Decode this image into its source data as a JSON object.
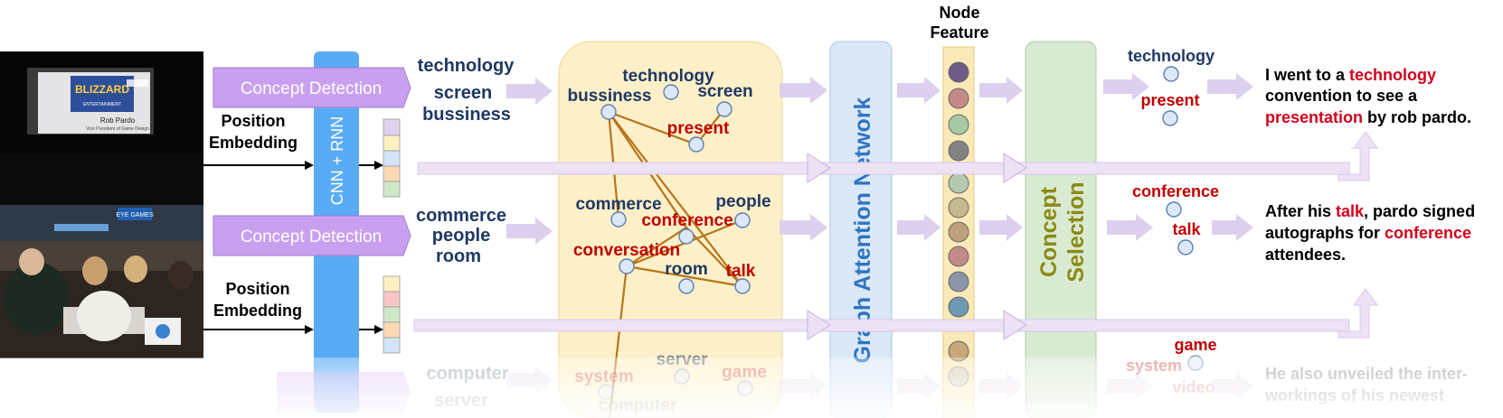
{
  "photos": {
    "slide_heading": "BLIZZARD",
    "slide_subheading": "ENTERTAINMENT",
    "slide_name": "Rob Pardo",
    "slide_role": "Vice President of Game Design",
    "banner_text": "EYE GAMES"
  },
  "encoder": {
    "concept_detection": "Concept Detection",
    "position_embedding_line1": "Position",
    "position_embedding_line2": "Embedding",
    "cnn_rnn": "CNN + RNN"
  },
  "rows": [
    {
      "concepts": [
        "technology",
        "screen",
        "bussiness"
      ],
      "selected": [
        "technology",
        "present"
      ],
      "story": [
        {
          "text": "I went to a ",
          "hl": false
        },
        {
          "text": "technology",
          "hl": true
        },
        {
          "text": " convention to see a ",
          "hl": false
        },
        {
          "text": "presentation",
          "hl": true
        },
        {
          "text": " by rob pardo.",
          "hl": false
        }
      ]
    },
    {
      "concepts": [
        "commerce",
        "people",
        "room"
      ],
      "selected": [
        "conference",
        "talk"
      ],
      "story": [
        {
          "text": "After his ",
          "hl": false
        },
        {
          "text": "talk",
          "hl": true
        },
        {
          "text": ", pardo signed autographs for ",
          "hl": false
        },
        {
          "text": "conference",
          "hl": true
        },
        {
          "text": " attendees.",
          "hl": false
        }
      ]
    },
    {
      "concepts": [
        "computer",
        "server"
      ],
      "selected": [
        "game",
        "system",
        "video"
      ],
      "story": [
        {
          "text": "He also unveiled the inter-workings of his newest",
          "hl": false
        }
      ]
    }
  ],
  "graph": {
    "nodes": [
      {
        "label": "technology",
        "hl": false
      },
      {
        "label": "bussiness",
        "hl": false
      },
      {
        "label": "screen",
        "hl": false
      },
      {
        "label": "present",
        "hl": true
      },
      {
        "label": "commerce",
        "hl": false
      },
      {
        "label": "conference",
        "hl": true
      },
      {
        "label": "people",
        "hl": false
      },
      {
        "label": "conversation",
        "hl": true
      },
      {
        "label": "room",
        "hl": false
      },
      {
        "label": "talk",
        "hl": true
      },
      {
        "label": "system",
        "hl": true
      },
      {
        "label": "server",
        "hl": false
      },
      {
        "label": "game",
        "hl": true
      },
      {
        "label": "computer",
        "hl": false
      }
    ]
  },
  "gat_label": "Graph Attention Network",
  "node_feature_line1": "Node",
  "node_feature_line2": "Feature",
  "concept_selection_line1": "Concept",
  "concept_selection_line2": "Selection",
  "colors": {
    "concept_text": "#1f3864",
    "highlight": "#d0021b",
    "edge": "#b8741a",
    "graph_bg": "#fdf0c8",
    "gat_bg": "#dbe8f8",
    "selection_bg": "#d9ead3",
    "encoder_bar": "#5aabf5",
    "concept_box": "#c9a0ef",
    "arrow": "#ddd0ee"
  },
  "icons": [
    "arrow-icon",
    "node-circle-icon"
  ]
}
